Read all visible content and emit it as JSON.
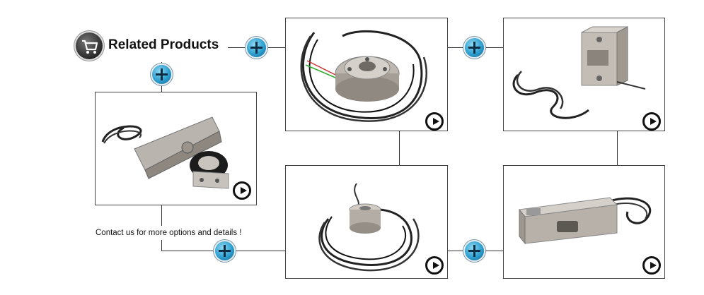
{
  "header": {
    "title": "Related Products",
    "cart_icon": "shopping-cart-icon"
  },
  "footer": {
    "contact_text": "Contact us for more options and details !"
  },
  "colors": {
    "plus_button": "#2d9fd0",
    "line": "#333333"
  },
  "products": [
    {
      "name": "shear-beam-load-cell",
      "action_icon": "play-icon"
    },
    {
      "name": "spoke-type-load-cell",
      "action_icon": "play-icon"
    },
    {
      "name": "s-type-load-cell",
      "action_icon": "play-icon"
    },
    {
      "name": "column-load-cell",
      "action_icon": "play-icon"
    },
    {
      "name": "single-point-load-cell",
      "action_icon": "play-icon"
    }
  ]
}
